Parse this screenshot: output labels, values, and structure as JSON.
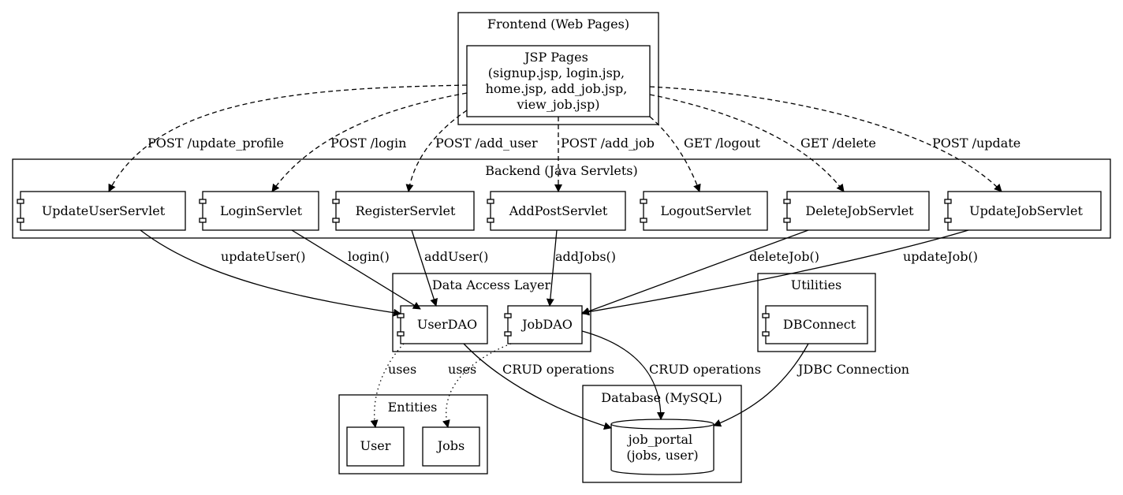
{
  "clusters": {
    "frontend": "Frontend (Web Pages)",
    "backend": "Backend (Java Servlets)",
    "dal": "Data Access Layer",
    "utilities": "Utilities",
    "entities": "Entities",
    "database": "Database (MySQL)"
  },
  "nodes": {
    "jsp": [
      "JSP Pages",
      "(signup.jsp, login.jsp,",
      "home.jsp, add_job.jsp,",
      "view_job.jsp)"
    ],
    "update_user_servlet": "UpdateUserServlet",
    "login_servlet": "LoginServlet",
    "register_servlet": "RegisterServlet",
    "add_post_servlet": "AddPostServlet",
    "logout_servlet": "LogoutServlet",
    "delete_job_servlet": "DeleteJobServlet",
    "update_job_servlet": "UpdateJobServlet",
    "user_dao": "UserDAO",
    "job_dao": "JobDAO",
    "db_connect": "DBConnect",
    "user": "User",
    "jobs": "Jobs",
    "job_portal": [
      "job_portal",
      "(jobs, user)"
    ]
  },
  "edges": {
    "post_update_profile": "POST /update_profile",
    "post_login": "POST /login",
    "post_add_user": "POST /add_user",
    "post_add_job": "POST /add_job",
    "get_logout": "GET /logout",
    "get_delete": "GET /delete",
    "post_update": "POST /update",
    "update_user": "updateUser()",
    "login": "login()",
    "add_user": "addUser()",
    "add_jobs": "addJobs()",
    "delete_job": "deleteJob()",
    "update_job": "updateJob()",
    "uses_user": "uses",
    "uses_jobs": "uses",
    "crud_user": "CRUD operations",
    "crud_job": "CRUD operations",
    "jdbc": "JDBC Connection"
  }
}
